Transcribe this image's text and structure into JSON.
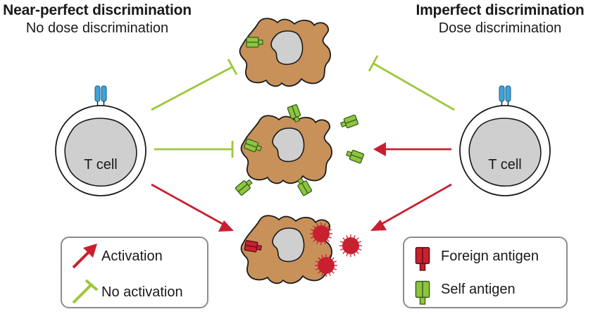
{
  "left_panel": {
    "title": "Near-perfect discrimination",
    "subtitle": "No dose discrimination"
  },
  "right_panel": {
    "title": "Imperfect discrimination",
    "subtitle": "Dose discrimination"
  },
  "t_cell_label": "T cell",
  "legend_left": {
    "activation_label": "Activation",
    "no_activation_label": "No activation"
  },
  "legend_right": {
    "foreign_label": "Foreign antigen",
    "self_label": "Self antigen"
  },
  "colors": {
    "activation": "#c8202f",
    "no_activation": "#9cc83c",
    "self_antigen": "#8cc63f",
    "foreign_antigen": "#c8202f",
    "apc_body": "#c8915a",
    "nucleus": "#cfcfcf",
    "receptor": "#3ea3d8"
  }
}
